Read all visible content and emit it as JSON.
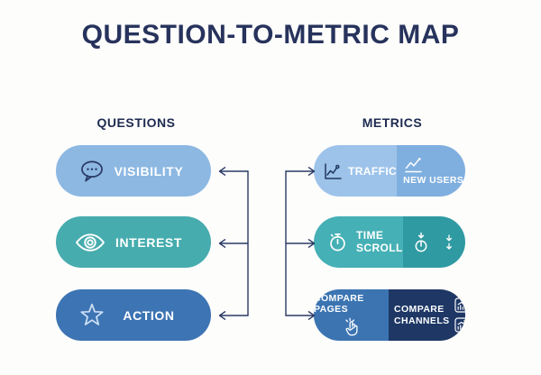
{
  "title": "QUESTION-TO-METRIC MAP",
  "questions_column": {
    "header": "QUESTIONS",
    "items": [
      {
        "label": "VISIBILITY",
        "icon": "speech-bubble-icon",
        "color": "#8cb8e2"
      },
      {
        "label": "INTEREST",
        "icon": "eye-icon",
        "color": "#47acae"
      },
      {
        "label": "ACTION",
        "icon": "star-icon",
        "color": "#3d74b3"
      }
    ]
  },
  "metrics_column": {
    "header": "METRICS",
    "items": [
      {
        "left": {
          "label": "TRAFFIC",
          "icon": "line-chart-icon",
          "color": "#9dc3ea"
        },
        "right": {
          "label": "NEW USERS",
          "icon": "line-chart-icon",
          "color": "#7fafdf"
        }
      },
      {
        "left": {
          "label": "TIME\nSCROLL",
          "icon": "stopwatch-icon",
          "color": "#45b0b5"
        },
        "right": {
          "icons": [
            "timer-down-icon",
            "double-down-arrow-icon"
          ],
          "color": "#2f9aa2"
        }
      },
      {
        "left": {
          "label": "COMPARE PAGES",
          "icon": "hand-click-icon",
          "color": "#3c74b2"
        },
        "right": {
          "label": "COMPARE\nCHANNELS",
          "icons": [
            "bar-chart-up-icon",
            "bar-chart-up-icon"
          ],
          "color": "#1e3765"
        }
      }
    ]
  },
  "connector_color": "#2b3a64",
  "colors": {
    "background": "#fdfdfc",
    "title_text": "#27335c",
    "header_text": "#1e2b50",
    "pill_text": "#ffffff"
  }
}
